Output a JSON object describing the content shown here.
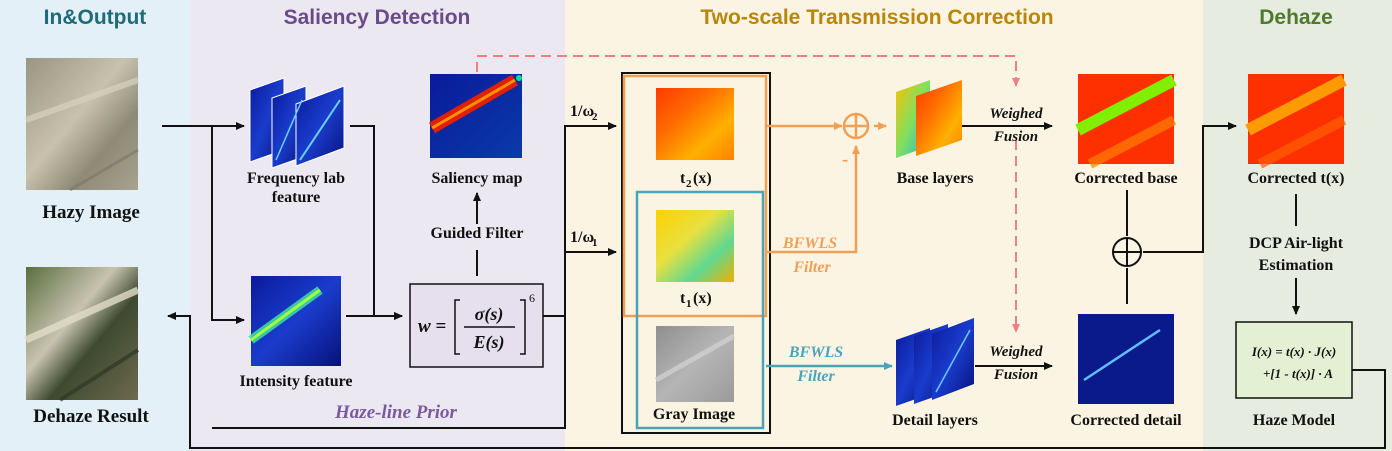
{
  "sections": {
    "in_output": "In&Output",
    "saliency": "Saliency Detection",
    "two_scale": "Two-scale Transmission Correction",
    "dehaze": "Dehaze"
  },
  "labels": {
    "hazy_image": "Hazy Image",
    "dehaze_result": "Dehaze Result",
    "frequency_line1": "Frequency lab",
    "frequency_line2": "feature",
    "intensity": "Intensity feature",
    "saliency_map": "Saliency map",
    "guided_filter": "Guided Filter",
    "haze_line_prior": "Haze-line Prior",
    "omega2": "1/ω",
    "omega2_sub": "2",
    "omega1": "1/ω",
    "omega1_sub": "1",
    "t2": "t",
    "t2_sub": "2",
    "t2_arg": "(x)",
    "t1": "t",
    "t1_sub": "1",
    "t1_arg": "(x)",
    "gray_image": "Gray Image",
    "bfwls_top": "BFWLS",
    "filter_top": "Filter",
    "bfwls_bottom": "BFWLS",
    "filter_bottom": "Filter",
    "minus": "-",
    "base_layers": "Base layers",
    "detail_layers": "Detail layers",
    "weighed_top": "Weighed",
    "fusion_top": "Fusion",
    "weighed_bottom": "Weighed",
    "fusion_bottom": "Fusion",
    "corrected_base": "Corrected base",
    "corrected_detail": "Corrected detail",
    "corrected_t": "Corrected t(x)",
    "dcp_line1": "DCP Air-light",
    "dcp_line2": "Estimation",
    "haze_model": "Haze Model",
    "weight_formula": {
      "lhs": "w =",
      "num": "σ(s)",
      "den": "E(s)",
      "exp": "6"
    },
    "haze_formula": {
      "line1": "I(x) = t(x) · J(x)",
      "line2": "+[1 - t(x)] · A"
    }
  },
  "colors": {
    "panel_inout": "#e3f0f8",
    "panel_saliency": "#ece8f2",
    "panel_two_scale": "#fcf4e2",
    "panel_dehaze": "#e6ede0",
    "header_inout": "#1f6b78",
    "header_saliency": "#6b4a8a",
    "header_two_scale": "#b8860b",
    "header_dehaze": "#4f7a2e",
    "orange": "#f0a055",
    "teal": "#4aa3b8",
    "pink_dash": "#f08080",
    "formula_box": "#e6e0ee",
    "haze_box": "#e4f0d4"
  }
}
